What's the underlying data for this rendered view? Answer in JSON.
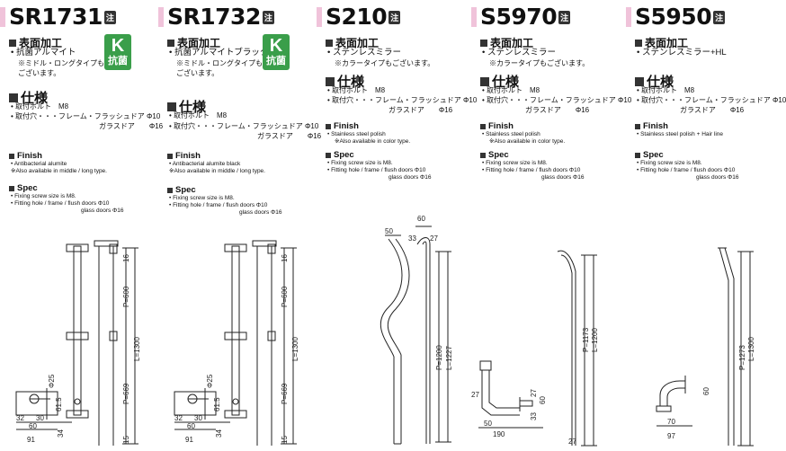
{
  "products": [
    {
      "model": "SR1731",
      "note": "注",
      "finish_jp": "表面加工",
      "finish_jp_lines": [
        "• 抗菌アルマイト",
        "※ミドル・ロングタイプも",
        "ございます。"
      ],
      "spec_jp": "仕様",
      "spec_jp_lines": [
        "• 取付ボルト　M8",
        "• 取付穴・・・フレーム・フラッシュドア Φ10",
        "ガラスドア　　Φ16"
      ],
      "finish_en": "Finish",
      "finish_en_lines": [
        "• Antibacterial alumite",
        "※Also available in middle / long type."
      ],
      "spec_en": "Spec",
      "spec_en_lines": [
        "• Fixing screw size is M8.",
        "• Fitting hole / frame / flush doors Φ10",
        "glass doors Φ16"
      ],
      "badge": {
        "icon": "antibacterial-k-icon",
        "text": "抗菌",
        "color": "#3a9e4a"
      },
      "dims": [
        "16",
        "P=600",
        "L=1300",
        "P=669",
        "15",
        "Φ25",
        "61.5",
        "34",
        "32",
        "30",
        "60",
        "91"
      ]
    },
    {
      "model": "SR1732",
      "note": "注",
      "finish_jp": "表面加工",
      "finish_jp_lines": [
        "• 抗菌アルマイトブラック",
        "※ミドル・ロングタイプも",
        "ございます。"
      ],
      "spec_jp": "仕様",
      "spec_jp_lines": [
        "• 取付ボルト　M8",
        "• 取付穴・・・フレーム・フラッシュドア Φ10",
        "ガラスドア　　Φ16"
      ],
      "finish_en": "Finish",
      "finish_en_lines": [
        "• Antibacterial alumite black",
        "※Also available in middle / long type."
      ],
      "spec_en": "Spec",
      "spec_en_lines": [
        "• Fixing screw size is M8.",
        "• Fitting hole / frame / flush doors Φ10",
        "glass doors Φ16"
      ],
      "badge": {
        "icon": "antibacterial-k-icon",
        "text": "抗菌",
        "color": "#3a9e4a"
      },
      "dims": [
        "16",
        "P=600",
        "L=1300",
        "P=669",
        "15",
        "Φ25",
        "61.5",
        "34",
        "32",
        "30",
        "60",
        "91"
      ]
    },
    {
      "model": "S210",
      "note": "注",
      "finish_jp": "表面加工",
      "finish_jp_lines": [
        "• ステンレスミラー",
        "※カラータイプもございます。"
      ],
      "spec_jp": "仕様",
      "spec_jp_lines": [
        "• 取付ボルト　M8",
        "• 取付穴・・・フレーム・フラッシュドア Φ10",
        "ガラスドア　　Φ16"
      ],
      "finish_en": "Finish",
      "finish_en_lines": [
        "• Stainless steel polish",
        "※Also available in color type."
      ],
      "spec_en": "Spec",
      "spec_en_lines": [
        "• Fixing screw size is M8.",
        "• Fitting hole / frame / flush doors Φ10",
        "glass doors Φ16"
      ],
      "dims": [
        "50",
        "60",
        "33",
        "27",
        "P=1200",
        "L=1227"
      ]
    },
    {
      "model": "S5970",
      "note": "注",
      "finish_jp": "表面加工",
      "finish_jp_lines": [
        "• ステンレスミラー",
        "※カラータイプもございます。"
      ],
      "spec_jp": "仕様",
      "spec_jp_lines": [
        "• 取付ボルト　M8",
        "• 取付穴・・・フレーム・フラッシュドア Φ10",
        "ガラスドア　　Φ16"
      ],
      "finish_en": "Finish",
      "finish_en_lines": [
        "• Stainless steel polish",
        "※Also available in color type."
      ],
      "spec_en": "Spec",
      "spec_en_lines": [
        "• Fixing screw size is M8.",
        "• Fitting hole / frame / flush doors Φ10",
        "glass doors Φ16"
      ],
      "dims": [
        "P=1173",
        "L=1200",
        "27",
        "33",
        "60",
        "27",
        "50",
        "190",
        "27"
      ]
    },
    {
      "model": "S5950",
      "note": "注",
      "finish_jp": "表面加工",
      "finish_jp_lines": [
        "• ステンレスミラー+HL"
      ],
      "spec_jp": "仕様",
      "spec_jp_lines": [
        "• 取付ボルト　M8",
        "• 取付穴・・・フレーム・フラッシュドア Φ10",
        "ガラスドア　　Φ16"
      ],
      "finish_en": "Finish",
      "finish_en_lines": [
        "• Stainless steel polish + Hair line"
      ],
      "spec_en": "Spec",
      "spec_en_lines": [
        "• Fixing screw size is M8.",
        "• Fitting hole / frame / flush doors Φ10",
        "glass doors Φ16"
      ],
      "dims": [
        "P=1273",
        "L=1300",
        "60",
        "70",
        "97"
      ]
    }
  ]
}
